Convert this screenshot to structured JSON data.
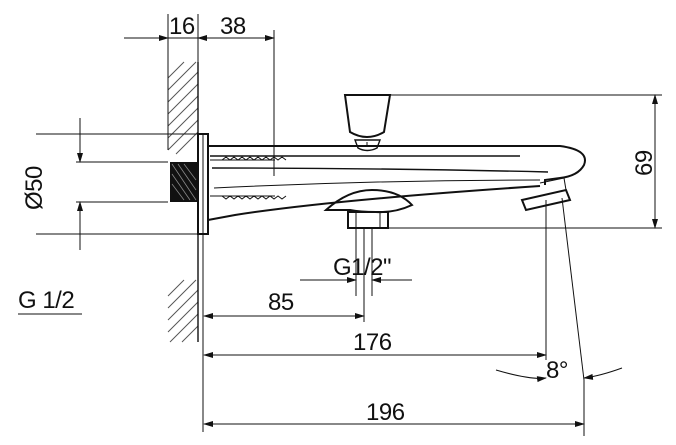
{
  "dimensions": {
    "wall_thickness": "16",
    "depth": "38",
    "diameter": "Ø50",
    "thread_label": "G 1/2",
    "outlet_thread": "G1/2\"",
    "to_outlet": "85",
    "to_mouth": "176",
    "total_length": "196",
    "height": "69",
    "angle": "8°"
  }
}
